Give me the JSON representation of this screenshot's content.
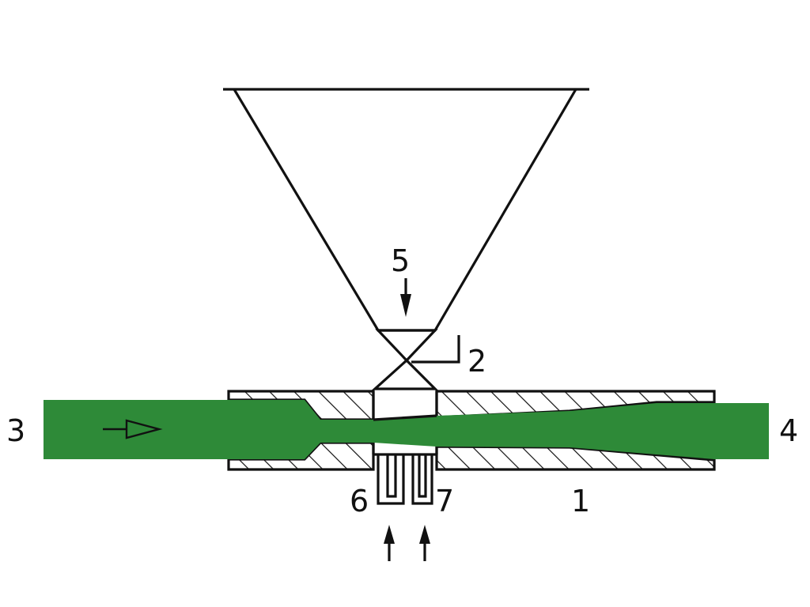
{
  "labels": {
    "l1": "1",
    "l2": "2",
    "l3": "3",
    "l4": "4",
    "l5": "5",
    "l6": "6",
    "l7": "7"
  },
  "colors": {
    "flow": "#2e8a38",
    "line": "#111111",
    "background": "#ffffff"
  }
}
